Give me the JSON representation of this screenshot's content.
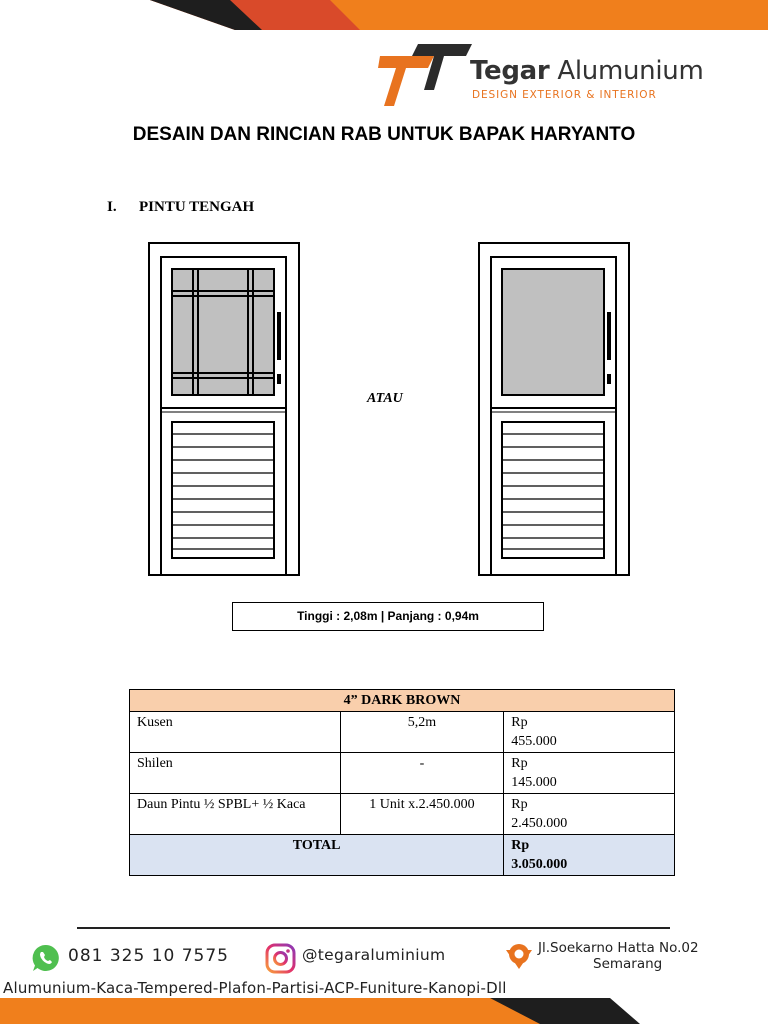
{
  "header": {
    "brand_name_bold": "Tegar",
    "brand_name_rest": " Alumunium",
    "brand_tagline": "DESIGN EXTERIOR & INTERIOR",
    "brand_colors": {
      "orange": "#e8731f",
      "red_orange": "#d94a2a",
      "dark": "#2b2b2b"
    }
  },
  "document": {
    "title": "DESAIN DAN RINCIAN RAB UNTUK BAPAK HARYANTO",
    "section_number": "I.",
    "section_title": "PINTU TENGAH",
    "separator_text": "ATAU",
    "dimensions": "Tinggi : 2,08m | Panjang : 0,94m"
  },
  "table": {
    "header": "4” DARK BROWN",
    "rows": [
      {
        "item": "Kusen",
        "qty": "5,2m",
        "currency": "Rp",
        "price": "455.000"
      },
      {
        "item": "Shilen",
        "qty": "-",
        "currency": "Rp",
        "price": "145.000"
      },
      {
        "item": "Daun Pintu ½ SPBL+ ½  Kaca",
        "qty": "1 Unit x.2.450.000",
        "currency": "Rp",
        "price": "2.450.000"
      }
    ],
    "total": {
      "label": "TOTAL",
      "currency": "Rp",
      "price": "3.050.000"
    },
    "colors": {
      "header_bg": "#f9cfac",
      "total_bg": "#dae3f2"
    }
  },
  "footer": {
    "phone": "081 325 10 7575",
    "instagram": "@tegaraluminium",
    "address_line1": "Jl.Soekarno Hatta No.02",
    "address_line2": "Semarang",
    "services": "Alumunium-Kaca-Tempered-Plafon-Partisi-ACP-Funiture-Kanopi-Dll",
    "icons": [
      "whatsapp-icon",
      "instagram-icon",
      "location-pin-icon"
    ]
  }
}
